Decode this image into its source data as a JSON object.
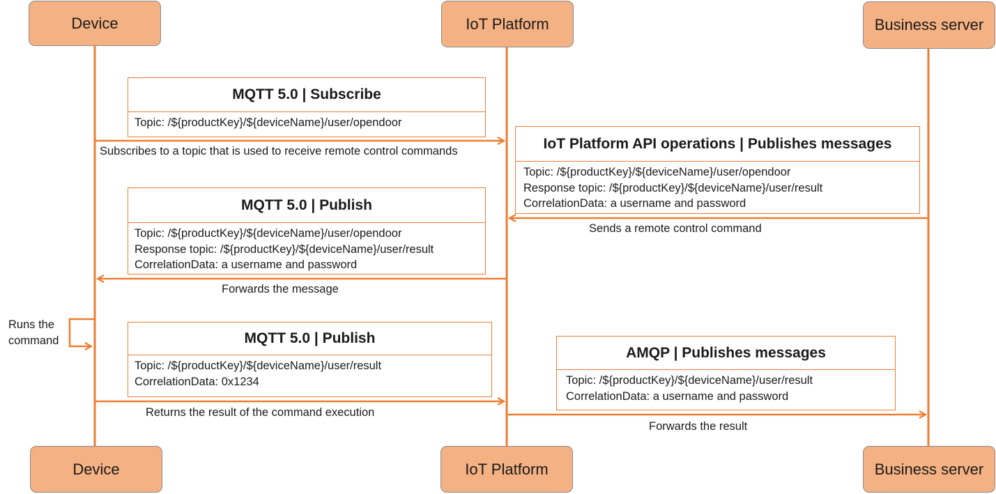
{
  "actors": {
    "device": "Device",
    "iot_platform": "IoT Platform",
    "business_server": "Business server"
  },
  "messages": {
    "subscribe": {
      "title": "MQTT 5.0 | Subscribe",
      "topic": "Topic: /${productKey}/${deviceName}/user/opendoor",
      "arrow_label": "Subscribes to a topic that is used to receive remote control commands"
    },
    "api_publish": {
      "title": "IoT Platform API operations | Publishes messages",
      "topic": "Topic: /${productKey}/${deviceName}/user/opendoor",
      "response_topic": "Response topic: /${productKey}/${deviceName}/user/result",
      "correlation": "CorrelationData: a username and password",
      "arrow_label": "Sends a remote control command"
    },
    "forward_publish": {
      "title": "MQTT 5.0 | Publish",
      "topic": "Topic: /${productKey}/${deviceName}/user/opendoor",
      "response_topic": "Response topic: /${productKey}/${deviceName}/user/result",
      "correlation": "CorrelationData: a username and password",
      "arrow_label": "Forwards the message"
    },
    "run_command": {
      "label_line1": "Runs the",
      "label_line2": "command"
    },
    "result_publish": {
      "title": "MQTT 5.0 | Publish",
      "topic": "Topic: /${productKey}/${deviceName}/user/result",
      "correlation": "CorrelationData: 0x1234",
      "arrow_label": "Returns the result of the command execution"
    },
    "amqp_publish": {
      "title": "AMQP | Publishes messages",
      "topic": "Topic: /${productKey}/${deviceName}/user/result",
      "correlation": "CorrelationData: a username and password",
      "arrow_label": "Forwards the result"
    }
  },
  "colors": {
    "line": "#ed7d31",
    "actor_fill": "#f4b183"
  }
}
